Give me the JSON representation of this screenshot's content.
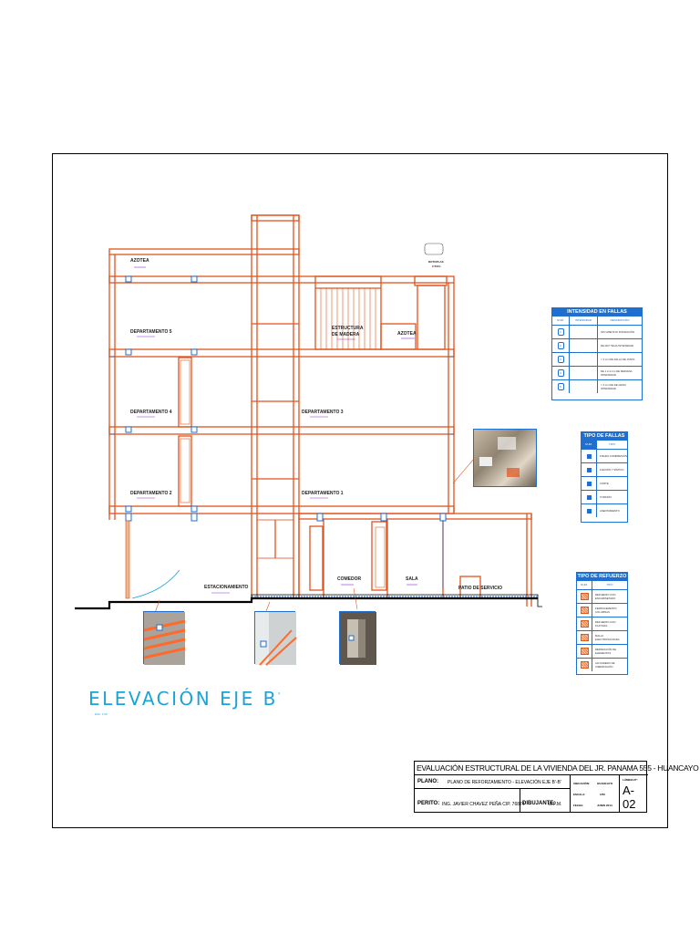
{
  "drawing": {
    "title": "ELEVACIÓN EJE B",
    "title_sup": "'",
    "scale": "ESC. 1:50",
    "labels": {
      "azotea_top": "AZOTEA",
      "azotea_mid": "AZOTEA",
      "rotoplas": "ROTOPLAS",
      "rotoplas_sub": "2 500 L",
      "estructura": "ESTRUCTURA",
      "de_madera": "DE MADERA",
      "dep5": "DEPARTAMENTO 5",
      "dep4": "DEPARTAMENTO 4",
      "dep3": "DEPARTAMENTO 3",
      "dep2": "DEPARTAMENTO 2",
      "dep1": "DEPARTAMENTO 1",
      "estacionamiento": "ESTACIONAMIENTO",
      "comedor": "COMEDOR",
      "sala": "SALA",
      "patio": "PATIO DE SERVICIO"
    }
  },
  "legend_fallas": {
    "title": "INTENSIDAD EN FALLAS",
    "cols": [
      "NUM.",
      "INTENSIDAD",
      "DESCRIPCIÓN"
    ],
    "rows": [
      {
        "sym": "1",
        "desc": "SIN GRIETA NI FISURACIÓN"
      },
      {
        "sym": "2",
        "desc": "DE MUY BAJA INTENSIDAD"
      },
      {
        "sym": "3",
        "desc": "< 3 mm DE FALLA DE JUNTA"
      },
      {
        "sym": "4",
        "desc": "DE 1 A 3 mm DE MEDIANA INTENSIDAD"
      },
      {
        "sym": "5",
        "desc": "> 3 mm DE DE GRAN INTENSIDAD"
      }
    ]
  },
  "legend_tipo_fallas": {
    "title": "TIPO DE FALLAS",
    "cols": [
      "NUM.",
      "TIPO"
    ],
    "rows": [
      {
        "desc": "FISURA COMPRESIÓN"
      },
      {
        "desc": "FLEXIÓN Y SÍSTICO"
      },
      {
        "desc": "CORTE"
      },
      {
        "desc": "TORSIÓN"
      },
      {
        "desc": "ASENTAMIENTO"
      }
    ]
  },
  "legend_refuerzo": {
    "title": "TIPO DE REFUERZO",
    "cols": [
      "NUM.",
      "TIPO"
    ],
    "rows": [
      {
        "desc": "REFUERZO CON ENCAMISETADO"
      },
      {
        "desc": "FERROCEMENTO COLUMNAS"
      },
      {
        "desc": "REFUERZO CON PLATINAS"
      },
      {
        "desc": "MALLA ELECTROSOLDADA"
      },
      {
        "desc": "REPARACIÓN DE ELEMENTOS"
      },
      {
        "desc": "ALIVIADERO DE CIMENTACIÓN"
      }
    ]
  },
  "title_block": {
    "project": "EVALUACIÓN  ESTRUCTURAL DE LA VIVIENDA DEL JR. PANAMA 555 - HUANCAYO",
    "plano_label": "PLANO:",
    "plano_value": "PLANO DE REFORZAMIENTO  - ELEVACIÓN EJE B'-B'",
    "perito_label": "PERITO:",
    "perito_value": "ING. JAVIER CHAVEZ PEÑA    CIP. 76874",
    "dibujante_label": "DIBUJANTE:",
    "dibujante_value": "W.P.M.",
    "ubicacion_label": "UBICACIÓN:",
    "ubicacion_value": "HUANCAYO",
    "escala_label": "ESCALA:",
    "escala_value": "1/50",
    "fecha_label": "FECHA:",
    "fecha_value": "JUNIO 2014",
    "lamina_label": "LÁMINA Nº:",
    "sheet": "A-02"
  },
  "colors": {
    "structure": "#e0531c",
    "accent": "#1e6fd0",
    "title": "#1ba3d6"
  }
}
